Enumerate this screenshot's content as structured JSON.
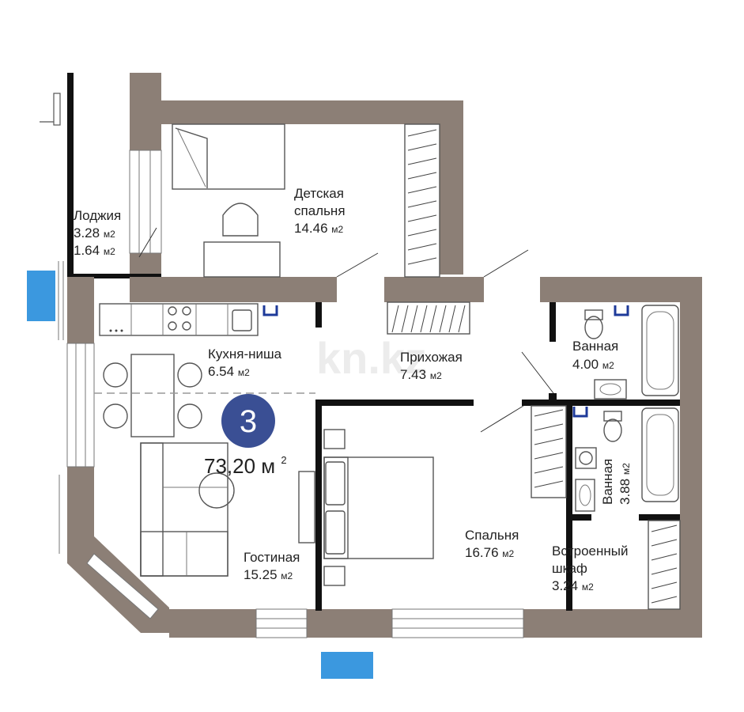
{
  "colors": {
    "wall": "#8c7f76",
    "badge": "#3a4f94",
    "window_marker": "#3b98df",
    "shaft": "#1e3a9a"
  },
  "plan": {
    "rooms_count": "3",
    "total_area": "73,20 м",
    "total_area_sup": "2",
    "watermark": "kn.kz",
    "rooms": [
      {
        "id": "loggia",
        "name": "Лоджия",
        "area_1": "3.28",
        "area_2": "1.64",
        "unit": "м2"
      },
      {
        "id": "kids-bedroom",
        "name_1": "Детская",
        "name_2": "спальня",
        "area": "14.46",
        "unit": "м2"
      },
      {
        "id": "kitchen",
        "name": "Кухня-ниша",
        "area": "6.54",
        "unit": "м2"
      },
      {
        "id": "hallway",
        "name": "Прихожая",
        "area": "7.43",
        "unit": "м2"
      },
      {
        "id": "bathroom-1",
        "name": "Ванная",
        "area": "4.00",
        "unit": "м2"
      },
      {
        "id": "bathroom-2",
        "name": "Ванная",
        "area": "3.88",
        "unit": "м2"
      },
      {
        "id": "living-room",
        "name": "Гостиная",
        "area": "15.25",
        "unit": "м2"
      },
      {
        "id": "bedroom",
        "name": "Спальня",
        "area": "16.76",
        "unit": "м2"
      },
      {
        "id": "wardrobe",
        "name_1": "Встроенный",
        "name_2": "шкаф",
        "area": "3.24",
        "unit": "м2"
      }
    ]
  }
}
